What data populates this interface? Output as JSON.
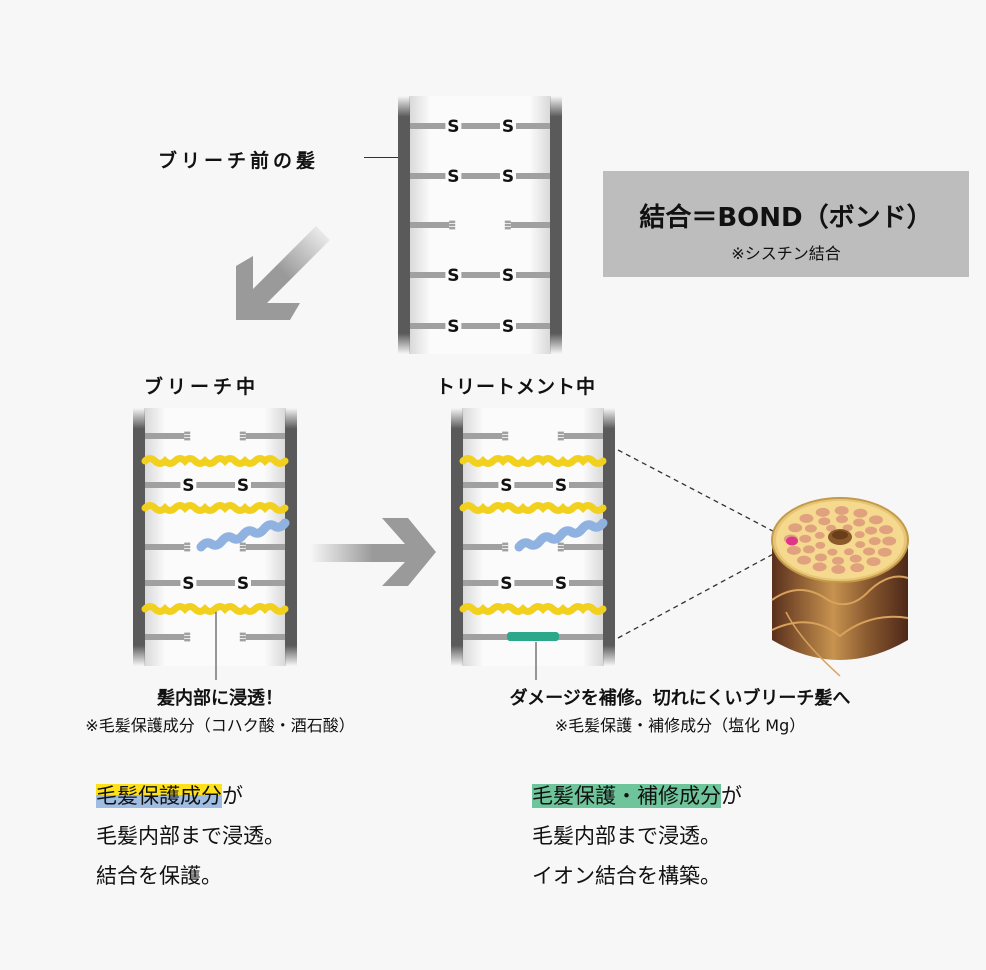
{
  "labels": {
    "before_bleach": "ブリーチ前の髪",
    "during_bleach": "ブリーチ中",
    "during_treatment": "トリートメント中"
  },
  "bond_box": {
    "title": "結合＝BOND（ボンド）",
    "subtitle": "※シスチン結合"
  },
  "bond_symbol": "S",
  "captions": {
    "bleach_main": "髪内部に浸透！",
    "bleach_note": "※毛髪保護成分（コハク酸・酒石酸）",
    "treatment_main": "ダメージを補修。切れにくいブリーチ髪へ",
    "treatment_note": "※毛髪保護・補修成分（塩化 Mg）"
  },
  "summaries": {
    "left": {
      "highlight": "毛髪保護成分",
      "suffix": "が",
      "line2": "毛髪内部まで浸透。",
      "line3": "結合を保護。"
    },
    "right": {
      "highlight": "毛髪保護・補修成分",
      "suffix": "が",
      "line2": "毛髪内部まで浸透。",
      "line3": "イオン結合を構築。"
    }
  },
  "colors": {
    "background": "#f7f7f7",
    "rail": "#5a5a5a",
    "bond": "#a0a0a0",
    "protect_yellow": "#f2d01e",
    "protect_blue": "#8fb2e0",
    "repair_green": "#2aa889",
    "bond_box": "#bdbdbd",
    "highlight_yellow": "#ffe11a",
    "highlight_blue": "#9fbde2",
    "highlight_green": "#6ec49b",
    "cuticle_brown": "#6b3a22",
    "cortex_cell": "#e0a27e",
    "pink_marker": "#e0338a"
  },
  "icons": {
    "down_left_arrow": "arrow-down-left-icon",
    "right_arrow": "arrow-right-icon",
    "hair_cross_section": "hair-strand-icon"
  }
}
